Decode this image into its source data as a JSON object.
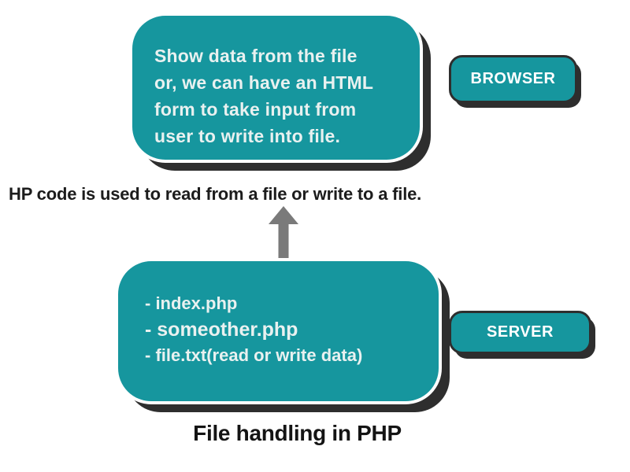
{
  "title": "File handling in PHP",
  "caption": "HP code is used to read from a file or write to a file.",
  "top_box": {
    "lines": [
      "Show data from the file",
      "or, we can have an HTML",
      "form to take input from",
      "user to write into file."
    ]
  },
  "server_box": {
    "items": [
      "- index.php",
      "- someother.php",
      "- file.txt(read or write data)"
    ]
  },
  "labels": {
    "browser": "BROWSER",
    "server": "SERVER"
  },
  "icons": {
    "arrow": "arrow-up-icon"
  },
  "colors": {
    "teal": "#16969e",
    "shadow_dark": "#2e2e2e",
    "arrow_gray": "#7a7a7a",
    "box_text_light": "#e9f1f0",
    "label_text": "#ffffff",
    "caption_text": "#1c1c1c",
    "background": "#ffffff"
  }
}
